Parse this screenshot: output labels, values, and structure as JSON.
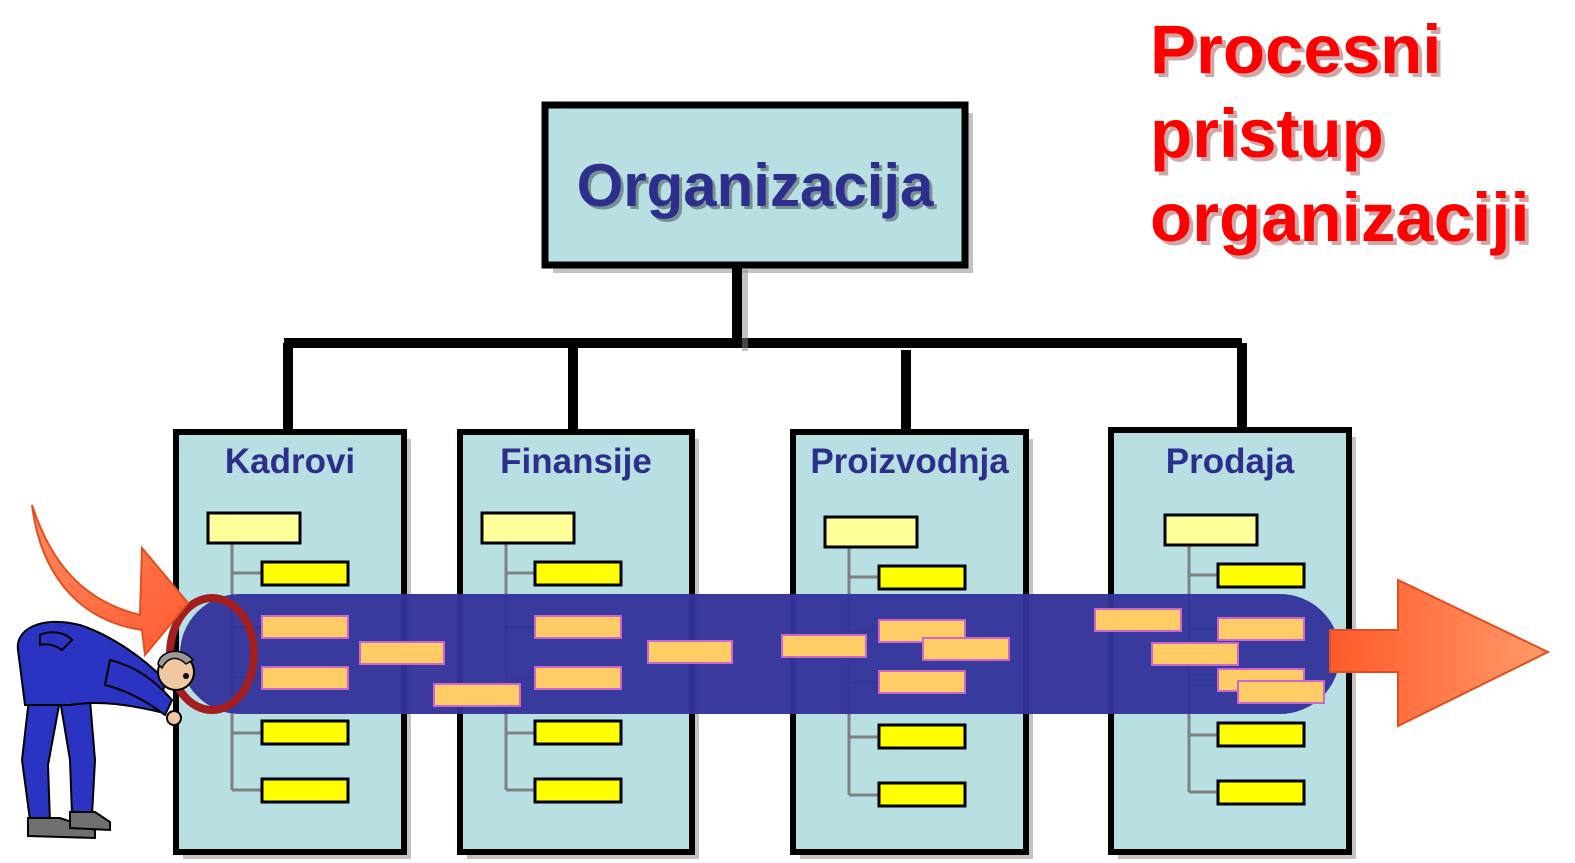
{
  "title": {
    "lines": [
      "Procesni",
      "pristup",
      "organizaciji"
    ]
  },
  "organization": {
    "label": "Organizacija"
  },
  "departments": [
    {
      "label": "Kadrovi"
    },
    {
      "label": "Finansije"
    },
    {
      "label": "Proizvodnja"
    },
    {
      "label": "Prodaja"
    }
  ],
  "colors": {
    "title_red": "#ff0000",
    "box_fill": "#b8e0e3",
    "label_navy": "#2e2e8c",
    "process_band": "#33339a",
    "head_box": "#ffff99",
    "sub_box": "#ffff00",
    "process_task": "#ffcc66",
    "arrow_orange": "#ff6633"
  },
  "icons": [
    "curved-entry-arrow-icon",
    "exit-arrow-icon",
    "person-looking-through-icon"
  ]
}
